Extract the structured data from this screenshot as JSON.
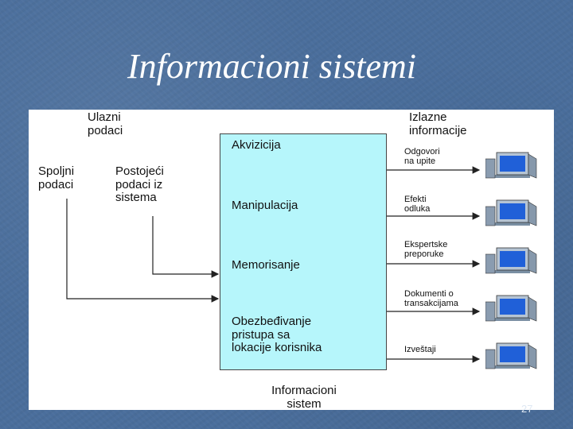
{
  "slide": {
    "title": "Informacioni sistemi",
    "number": "27"
  },
  "diagram": {
    "input_header": "Ulazni\npodaci",
    "output_header": "Izlazne\ninformacije",
    "inputs": [
      {
        "label": "Spoljni\npodaci"
      },
      {
        "label": "Postojeći\npodaci iz\nsistema"
      }
    ],
    "system_steps": [
      "Akvizicija",
      "Manipulacija",
      "Memorisanje",
      "Obezbeđivanje\npristupa sa\nlokacije korisnika"
    ],
    "system_label": "Informacioni\nsistem",
    "outputs": [
      "Odgovori\nna upite",
      "Efekti\nodluka",
      "Ekspertske\npreporuke",
      "Dokumenti o\ntransakcijama",
      "Izveštaji"
    ],
    "output_device_icon": "computer-icon"
  }
}
